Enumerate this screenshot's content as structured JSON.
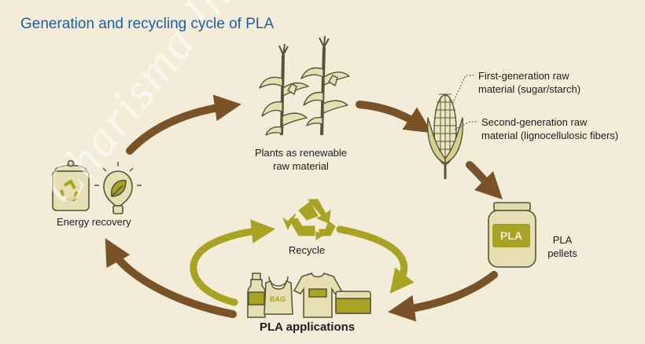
{
  "title": "Generation and recycling cycle of PLA",
  "labels": {
    "plants": [
      "Plants as renewable",
      "raw material"
    ],
    "first_gen": [
      "First-generation raw",
      "material (sugar/starch)"
    ],
    "second_gen": [
      "Second-generation raw",
      "material (lignocellulosic fibers)"
    ],
    "pla_pellets": [
      "PLA",
      "pellets"
    ],
    "pla_jar_label": "PLA",
    "recycle": "Recycle",
    "energy_recovery": "Energy recovery",
    "pla_applications": "PLA applications",
    "bag_label": "BAG"
  },
  "watermark": "Charisma Interlining",
  "colors": {
    "background": "#f2ecd8",
    "title": "#1d5fa3",
    "brown_arrow": "#7a5228",
    "olive_arrow": "#a9a323",
    "icon_fill": "#e9e2b9",
    "icon_stroke": "#55543a",
    "olive": "#a9a323"
  },
  "icons": [
    "corn-plants-icon",
    "corn-cob-icon",
    "pla-jar-icon",
    "recycle-icon",
    "bottle-icon",
    "bag-icon",
    "tshirt-icon",
    "tray-icon",
    "bin-icon",
    "lightbulb-icon"
  ]
}
